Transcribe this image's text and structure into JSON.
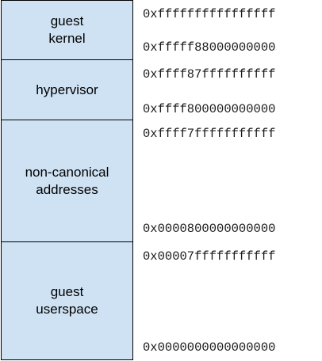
{
  "regions": [
    {
      "label": "guest\nkernel",
      "start_address": "0xfffff88000000000",
      "end_address": "0xffffffffffffffff"
    },
    {
      "label": "hypervisor",
      "start_address": "0xffff800000000000",
      "end_address": "0xffff87ffffffffff"
    },
    {
      "label": "non-canonical\naddresses",
      "start_address": "0x0000800000000000",
      "end_address": "0xffff7fffffffffff"
    },
    {
      "label": "guest\nuserspace",
      "start_address": "0x0000000000000000",
      "end_address": "0x00007fffffffffff"
    }
  ],
  "colors": {
    "region_fill": "#cfe2f3",
    "region_border": "#000000"
  }
}
